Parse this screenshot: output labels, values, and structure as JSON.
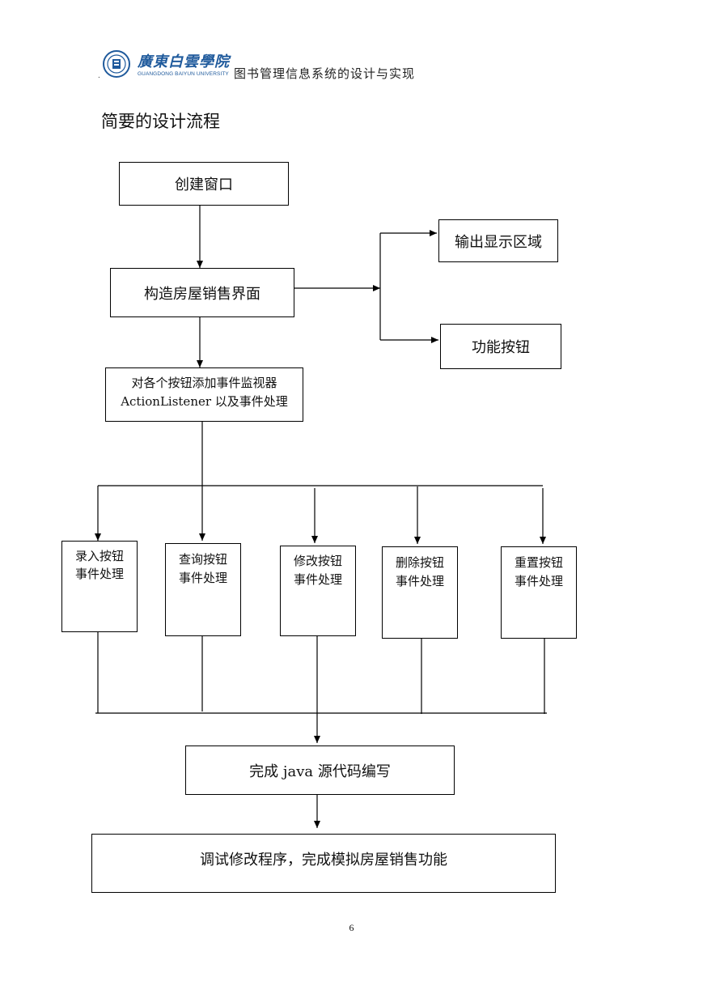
{
  "header": {
    "logo_cn": "廣東白雲學院",
    "logo_en": "GUANGDONG BAIYUN UNIVERSITY",
    "dot": ".",
    "title": "图书管理信息系统的设计与实现"
  },
  "section_title": "简要的设计流程",
  "flowchart": {
    "create_window": "创建窗口",
    "build_ui": "构造房屋销售界面",
    "output_area": "输出显示区域",
    "function_buttons": "功能按钮",
    "listeners_line1": "对各个按钮添加事件监视器",
    "listeners_line2": "ActionListener 以及事件处理",
    "handlers": [
      {
        "line1": "录入按钮",
        "line2": "事件处理"
      },
      {
        "line1": "查询按钮",
        "line2": "事件处理"
      },
      {
        "line1": "修改按钮",
        "line2": "事件处理"
      },
      {
        "line1": "删除按钮",
        "line2": "事件处理"
      },
      {
        "line1": "重置按钮",
        "line2": "事件处理"
      }
    ],
    "finish_code": "完成 java 源代码编写",
    "debug": "调试修改程序，完成模拟房屋销售功能"
  },
  "page_number": "6"
}
